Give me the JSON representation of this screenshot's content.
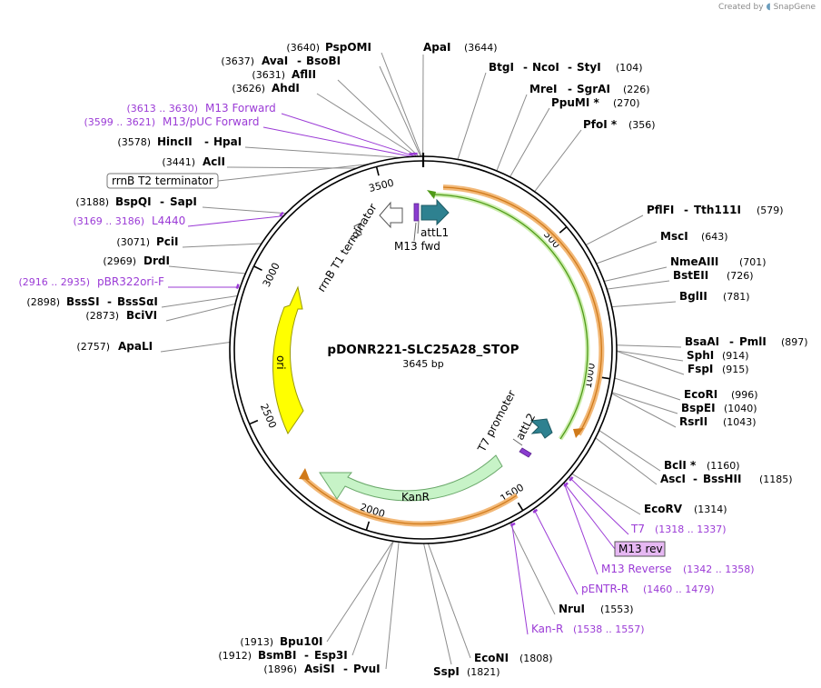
{
  "credit": {
    "prefix": "Created by",
    "brand": "SnapGene"
  },
  "plasmid": {
    "name": "pDONR221-SLC25A28_STOP",
    "length_label": "3645 bp",
    "length": 3645
  },
  "colors": {
    "backbone": "#000000",
    "primer": "#9b3bd6",
    "label_line": "#8c8c8c",
    "orf_outer": "#f2b877",
    "orf_line": "#d07a1a",
    "cds_outer": "#cdeeae",
    "cds_line": "#4f9a18",
    "ori_fill": "#ffff00",
    "kanr_fill": "#c7f3c7",
    "att_fill": "#2e8190",
    "rev_box": "#e6b8f3"
  },
  "ticks": [
    {
      "label": "500",
      "pos": 500
    },
    {
      "label": "1000",
      "pos": 1000
    },
    {
      "label": "1500",
      "pos": 1500
    },
    {
      "label": "2000",
      "pos": 2000
    },
    {
      "label": "2500",
      "pos": 2500
    },
    {
      "label": "3000",
      "pos": 3000
    },
    {
      "label": "3500",
      "pos": 3500
    }
  ],
  "features": {
    "attL1": "attL1",
    "m13fwd": "M13 fwd",
    "rrnb_t1": "rrnB T1 terminator",
    "t7_promoter": "T7 promoter",
    "attL2": "attL2",
    "ori": "ori",
    "kanr": "KanR"
  },
  "enzymes": [
    {
      "id": "pspomi",
      "name": "PspOMI",
      "pos_label": "(3640)",
      "bp": 3640
    },
    {
      "id": "apai",
      "name": "ApaI",
      "pos_label": "(3644)",
      "bp": 3644
    },
    {
      "id": "avai",
      "name": "AvaI",
      "name2": "BsoBI",
      "pos_label": "(3637)",
      "bp": 3637
    },
    {
      "id": "aflii",
      "name": "AflII",
      "pos_label": "(3631)",
      "bp": 3631
    },
    {
      "id": "ahdi",
      "name": "AhdI",
      "pos_label": "(3626)",
      "bp": 3626
    },
    {
      "id": "btgi",
      "name": "BtgI",
      "name2": "NcoI",
      "name3": "StyI",
      "pos_label": "(104)",
      "bp": 104
    },
    {
      "id": "mrei",
      "name": "MreI",
      "name2": "SgrAI",
      "pos_label": "(226)",
      "bp": 226
    },
    {
      "id": "ppumi",
      "name": "PpuMI *",
      "pos_label": "(270)",
      "bp": 270
    },
    {
      "id": "pfoi",
      "name": "PfoI *",
      "pos_label": "(356)",
      "bp": 356
    },
    {
      "id": "hincii",
      "name": "HincII",
      "name2": "HpaI",
      "pos_label": "(3578)",
      "bp": 3578
    },
    {
      "id": "acli",
      "name": "AclI",
      "pos_label": "(3441)",
      "bp": 3441
    },
    {
      "id": "bspqi",
      "name": "BspQI",
      "name2": "SapI",
      "pos_label": "(3188)",
      "bp": 3188
    },
    {
      "id": "pcii",
      "name": "PciI",
      "pos_label": "(3071)",
      "bp": 3071
    },
    {
      "id": "drdi",
      "name": "DrdI",
      "pos_label": "(2969)",
      "bp": 2969
    },
    {
      "id": "bsssi",
      "name": "BssSI",
      "name2": "BssSαI",
      "pos_label": "(2898)",
      "bp": 2898
    },
    {
      "id": "bcivi",
      "name": "BciVI",
      "pos_label": "(2873)",
      "bp": 2873
    },
    {
      "id": "apali",
      "name": "ApaLI",
      "pos_label": "(2757)",
      "bp": 2757
    },
    {
      "id": "pflfi",
      "name": "PflFI",
      "name2": "Tth111I",
      "pos_label": "(579)",
      "bp": 579
    },
    {
      "id": "msci",
      "name": "MscI",
      "pos_label": "(643)",
      "bp": 643
    },
    {
      "id": "nmeaiii",
      "name": "NmeAIII",
      "pos_label": "(701)",
      "bp": 701
    },
    {
      "id": "bsteii",
      "name": "BstEII",
      "pos_label": "(726)",
      "bp": 726
    },
    {
      "id": "bglii",
      "name": "BglII",
      "pos_label": "(781)",
      "bp": 781
    },
    {
      "id": "bsaai",
      "name": "BsaAI",
      "name2": "PmlI",
      "pos_label": "(897)",
      "bp": 897
    },
    {
      "id": "sphi",
      "name": "SphI",
      "pos_label": "(914)",
      "bp": 914
    },
    {
      "id": "fspi",
      "name": "FspI",
      "pos_label": "(915)",
      "bp": 915
    },
    {
      "id": "ecori",
      "name": "EcoRI",
      "pos_label": "(996)",
      "bp": 996
    },
    {
      "id": "bspei",
      "name": "BspEI",
      "pos_label": "(1040)",
      "bp": 1040
    },
    {
      "id": "rsrii",
      "name": "RsrII",
      "pos_label": "(1043)",
      "bp": 1043
    },
    {
      "id": "bcli",
      "name": "BclI *",
      "pos_label": "(1160)",
      "bp": 1160
    },
    {
      "id": "asci",
      "name": "AscI",
      "name2": "BssHII",
      "pos_label": "(1185)",
      "bp": 1185
    },
    {
      "id": "ecorv",
      "name": "EcoRV",
      "pos_label": "(1314)",
      "bp": 1314
    },
    {
      "id": "nrui",
      "name": "NruI",
      "pos_label": "(1553)",
      "bp": 1553
    },
    {
      "id": "econi",
      "name": "EcoNI",
      "pos_label": "(1808)",
      "bp": 1808
    },
    {
      "id": "sspi",
      "name": "SspI",
      "pos_label": "(1821)",
      "bp": 1821
    },
    {
      "id": "bpu10i",
      "name": "Bpu10I",
      "pos_label": "(1913)",
      "bp": 1913
    },
    {
      "id": "bsmbi",
      "name": "BsmBI",
      "name2": "Esp3I",
      "pos_label": "(1912)",
      "bp": 1912
    },
    {
      "id": "asisi",
      "name": "AsiSI",
      "name2": "PvuI",
      "pos_label": "(1896)",
      "bp": 1896
    }
  ],
  "primers": [
    {
      "id": "m13forward",
      "name": "M13 Forward",
      "pos_label": "(3613 .. 3630)",
      "bp": 3621
    },
    {
      "id": "m13puc",
      "name": "M13/pUC Forward",
      "pos_label": "(3599 .. 3621)",
      "bp": 3610
    },
    {
      "id": "l4440",
      "name": "L4440",
      "pos_label": "(3169 .. 3186)",
      "bp": 3177
    },
    {
      "id": "pbr322ori",
      "name": "pBR322ori-F",
      "pos_label": "(2916 .. 2935)",
      "bp": 2925
    },
    {
      "id": "t7",
      "name": "T7",
      "pos_label": "(1318 .. 1337)",
      "bp": 1327
    },
    {
      "id": "m13rev",
      "name": "M13 rev",
      "pos_label": "",
      "bp": 1350
    },
    {
      "id": "m13reverse",
      "name": "M13 Reverse",
      "pos_label": "(1342 .. 1358)",
      "bp": 1350
    },
    {
      "id": "pentrr",
      "name": "pENTR-R",
      "pos_label": "(1460 .. 1479)",
      "bp": 1470
    },
    {
      "id": "kanr_primer",
      "name": "Kan-R",
      "pos_label": "(1538 .. 1557)",
      "bp": 1547
    }
  ],
  "boxed": {
    "rrnb_t2": "rrnB T2 terminator"
  }
}
